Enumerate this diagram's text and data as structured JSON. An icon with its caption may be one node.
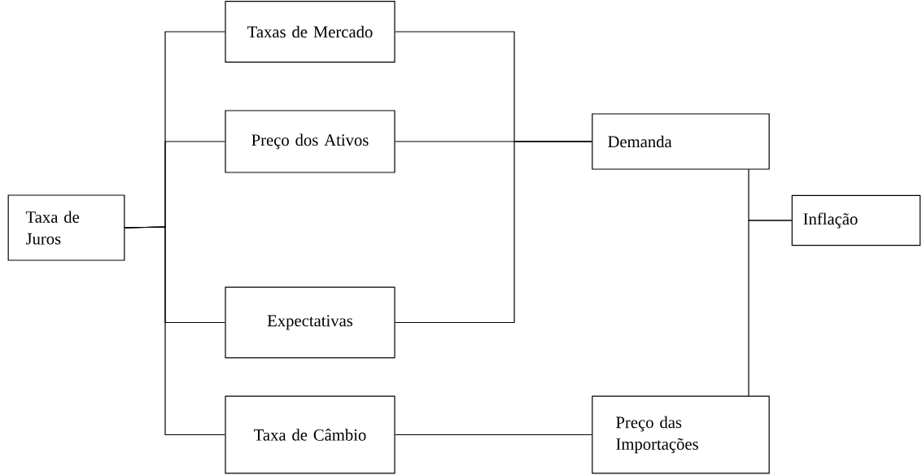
{
  "diagram": {
    "nodes": [
      {
        "text": [
          "Taxa de Juros"
        ]
      },
      {
        "text": [
          "Taxas de Mercado"
        ]
      },
      {
        "text": [
          "Preço dos Ativos"
        ]
      },
      {
        "text": [
          "Expectativas"
        ]
      },
      {
        "text": [
          "Taxa de Câmbio"
        ]
      },
      {
        "text": [
          "Demanda"
        ]
      },
      {
        "text": [
          "Inflação"
        ]
      },
      {
        "text": [
          "Preço das Importações"
        ]
      }
    ],
    "edges": [
      {
        "from": 0,
        "to": 1,
        "arrow": "none"
      },
      {
        "from": 0,
        "to": 2,
        "arrow": "none"
      },
      {
        "from": 0,
        "to": 3,
        "arrow": "none"
      },
      {
        "from": 0,
        "to": 4,
        "arrow": "none"
      },
      {
        "from": 1,
        "to": 5,
        "arrow": "none"
      },
      {
        "from": 2,
        "to": 5,
        "arrow": "none"
      },
      {
        "from": 3,
        "to": 5,
        "arrow": "none"
      },
      {
        "from": 4,
        "to": 7,
        "arrow": "none"
      },
      {
        "from": 5,
        "to": 6,
        "arrow": "none"
      },
      {
        "from": 7,
        "to": 6,
        "arrow": "none"
      }
    ]
  }
}
